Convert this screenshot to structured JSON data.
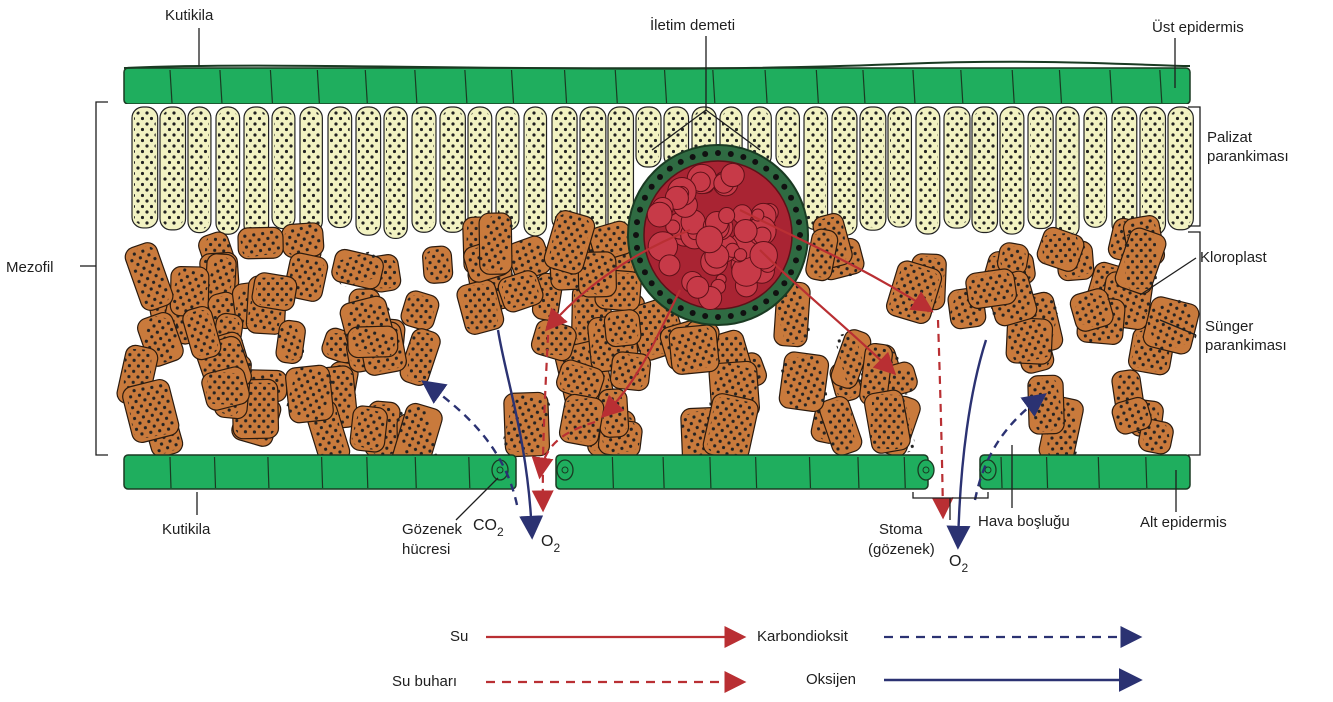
{
  "labels": {
    "cuticle_top": "Kutikila",
    "vascular_bundle": "İletim demeti",
    "upper_epidermis": "Üst epidermis",
    "mesophyll": "Mezofil",
    "palisade_1": "Palizat",
    "palisade_2": "parankiması",
    "chloroplast": "Kloroplast",
    "spongy_1": "Sünger",
    "spongy_2": "parankiması",
    "cuticle_bottom": "Kutikila",
    "guard_cell_1": "Gözenek",
    "guard_cell_2": "hücresi",
    "co2": "CO",
    "co2_sub": "2",
    "o2_left": "O",
    "o2_left_sub": "2",
    "stoma_1": "Stoma",
    "stoma_2": "(gözenek)",
    "o2_right": "O",
    "o2_right_sub": "2",
    "air_space": "Hava boşluğu",
    "lower_epidermis": "Alt epidermis"
  },
  "legend": {
    "water": "Su",
    "water_vapor": "Su buharı",
    "carbon_dioxide": "Karbondioksit",
    "oxygen": "Oksijen"
  },
  "colors": {
    "epidermis": "#1fae5e",
    "palisade": "#f2f2c2",
    "spongy": "#c97a3c",
    "bundle_sheath": "#2f6b42",
    "xylem": "#b5283a",
    "water": "#b92f33",
    "gas": "#2b3272"
  }
}
